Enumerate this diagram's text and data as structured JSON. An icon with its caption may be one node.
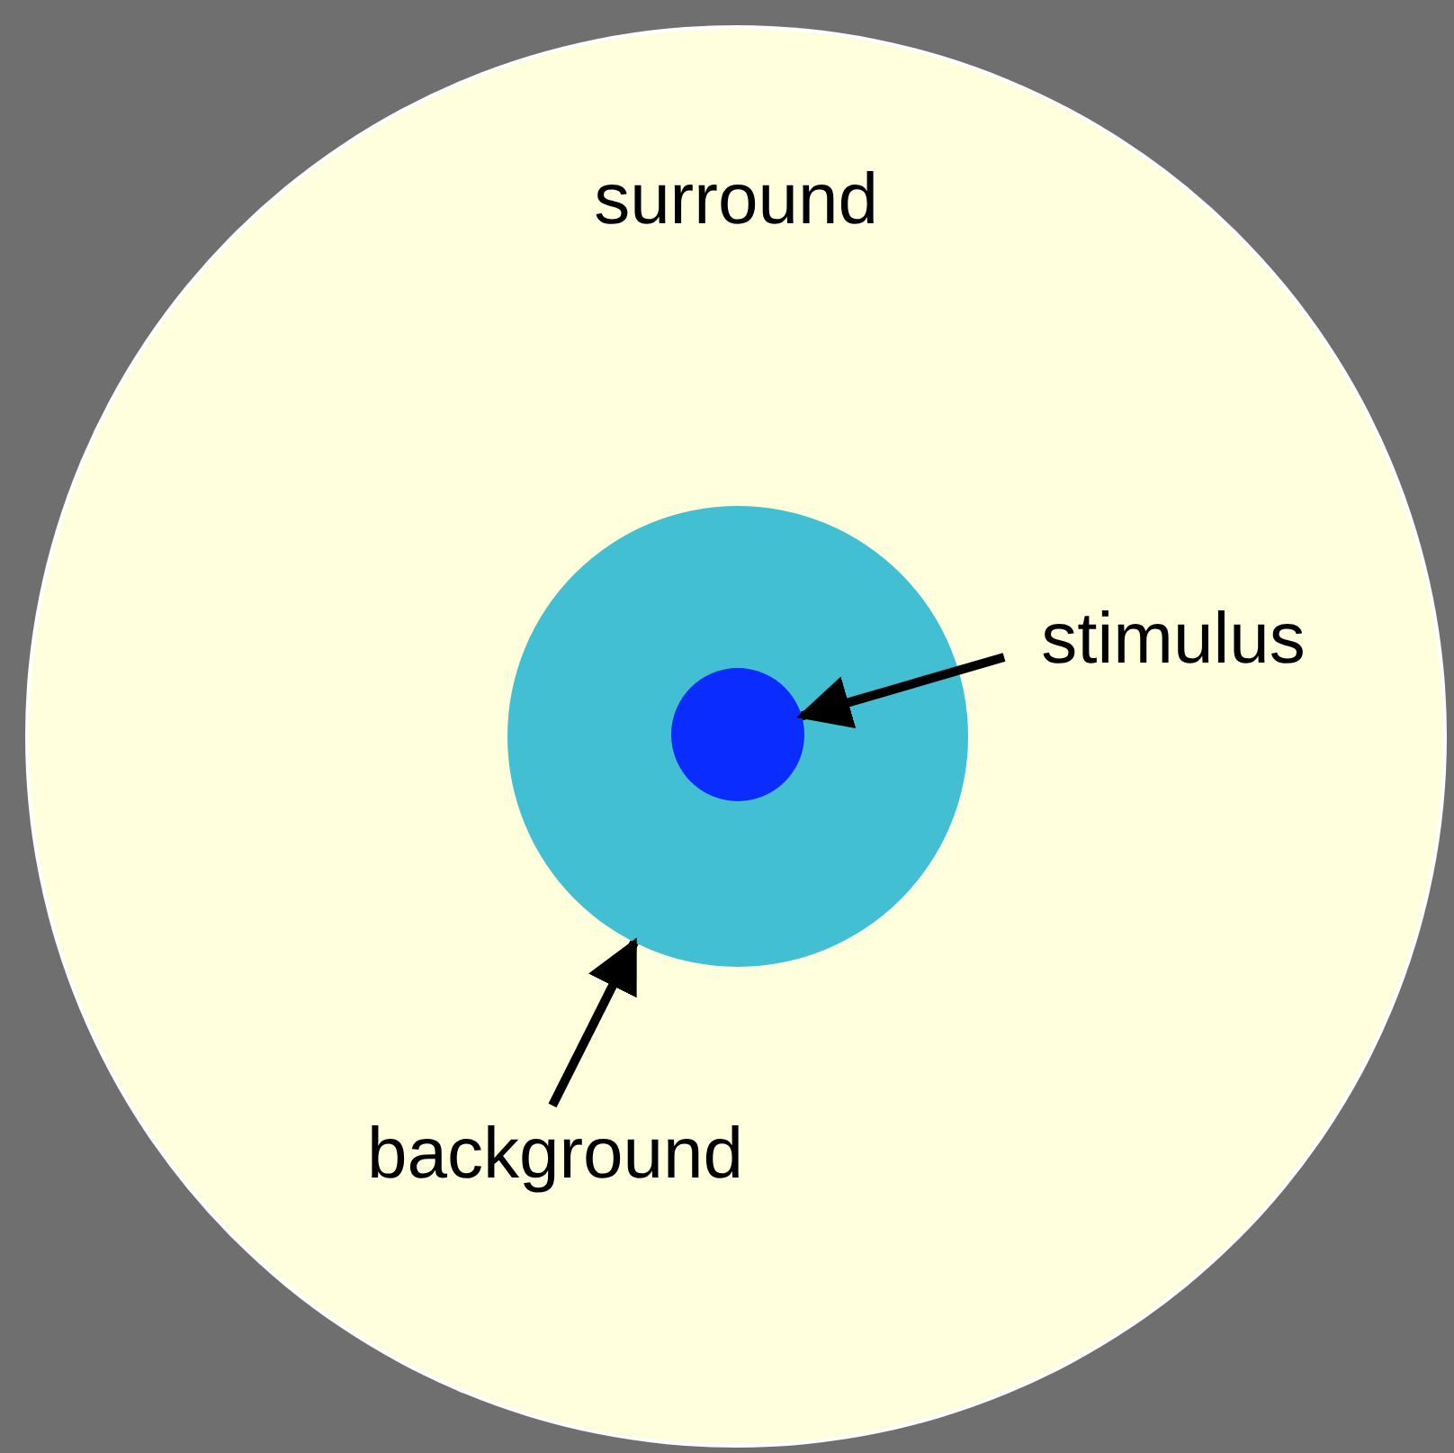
{
  "diagram": {
    "nodes": [
      {
        "text": [
          "surround"
        ]
      },
      {
        "text": [],
        "shape": "circle",
        "in": 0
      },
      {
        "text": [],
        "shape": "circle",
        "in": 1
      },
      {
        "text": [
          "stimulus"
        ],
        "in": 0
      },
      {
        "text": [
          "background"
        ],
        "in": 0
      }
    ],
    "edges": [
      {
        "from": 3,
        "to": 2,
        "arrow": "to"
      },
      {
        "from": 4,
        "to": 1,
        "arrow": "to"
      }
    ]
  }
}
